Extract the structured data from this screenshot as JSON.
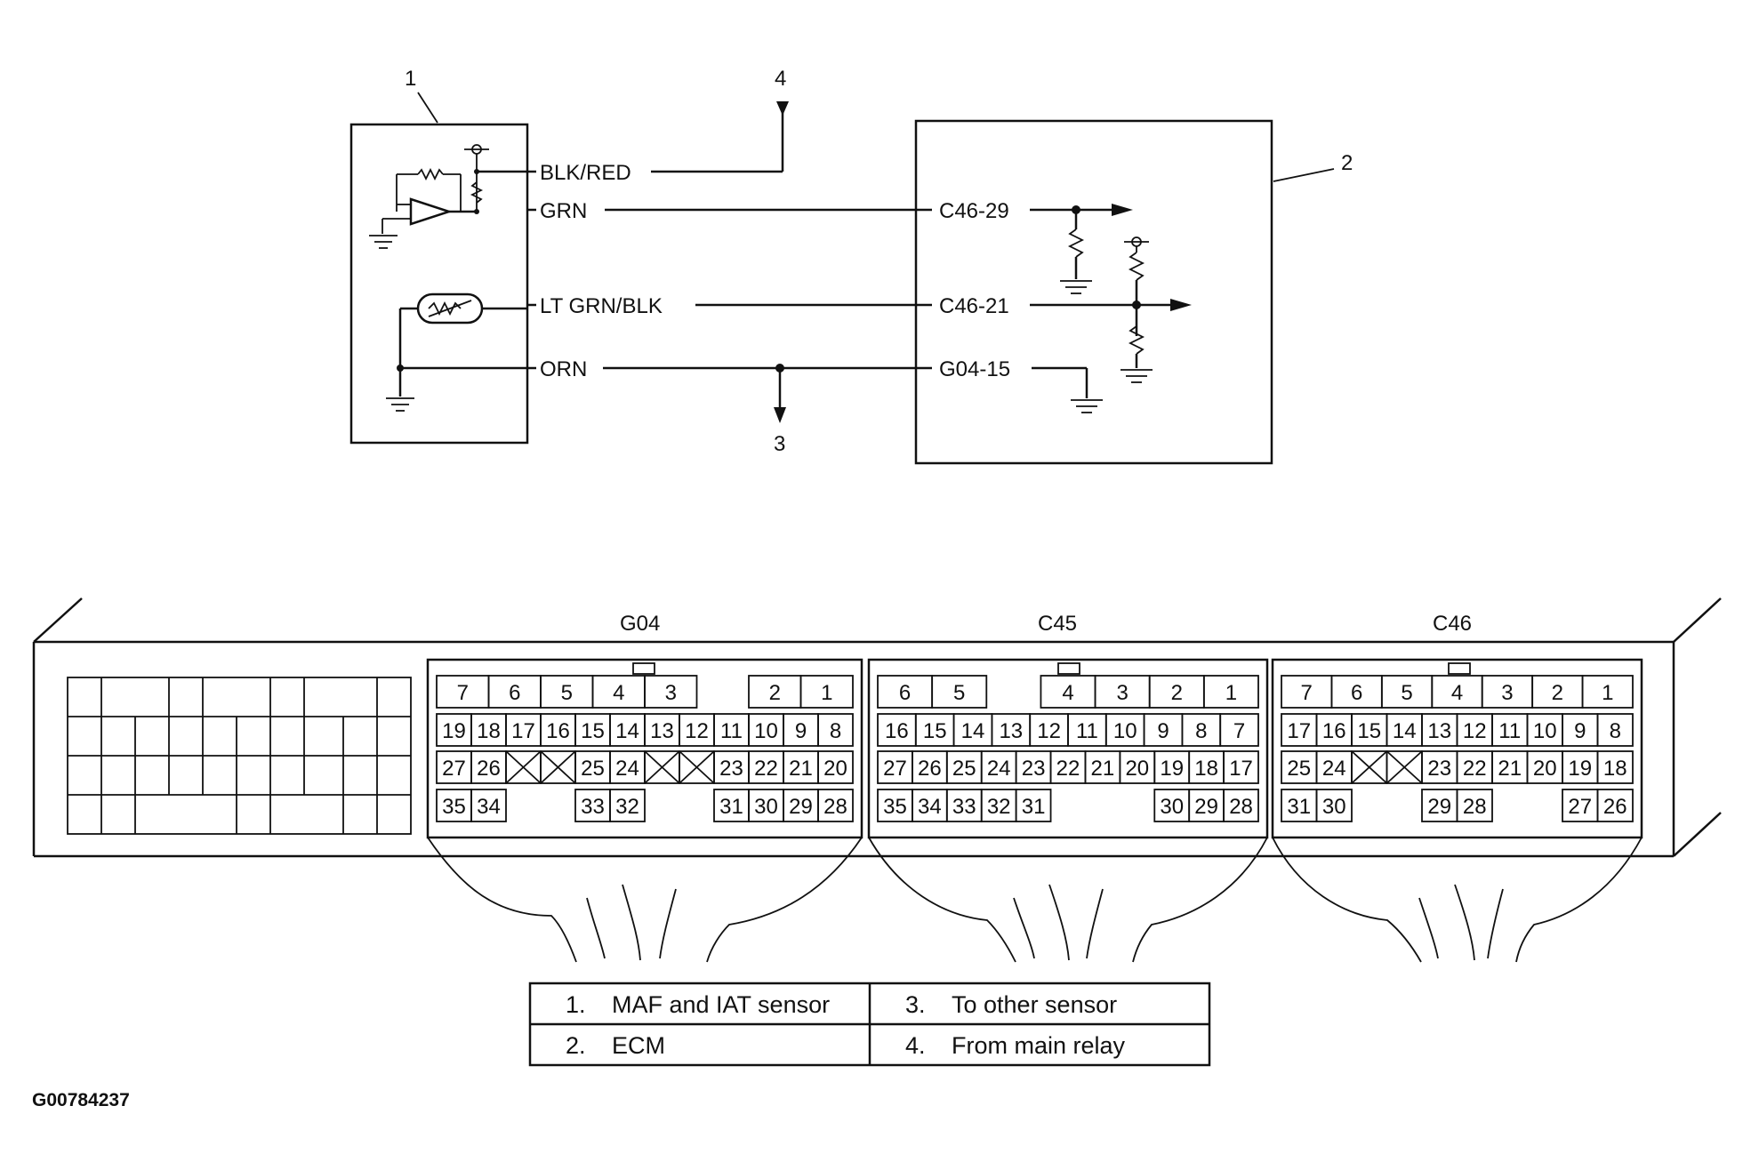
{
  "callouts": {
    "c1": "1",
    "c2": "2",
    "c3": "3",
    "c4": "4"
  },
  "wires": {
    "w1": "BLK/RED",
    "w2": "GRN",
    "w3": "LT GRN/BLK",
    "w4": "ORN"
  },
  "ecm_terms": {
    "t1": "C46-29",
    "t2": "C46-21",
    "t3": "G04-15"
  },
  "connectors": {
    "g04": {
      "name": "G04",
      "rows": [
        [
          "7",
          "6",
          "5",
          "4",
          "3",
          "",
          "2",
          "1"
        ],
        [
          "19",
          "18",
          "17",
          "16",
          "15",
          "14",
          "13",
          "12",
          "11",
          "10",
          "9",
          "8"
        ],
        [
          "27",
          "26",
          "X",
          "X",
          "25",
          "24",
          "X",
          "X",
          "23",
          "22",
          "21",
          "20"
        ],
        [
          "35",
          "34",
          "",
          "",
          "33",
          "32",
          "",
          "",
          "31",
          "30",
          "29",
          "28"
        ]
      ]
    },
    "c45": {
      "name": "C45",
      "rows": [
        [
          "6",
          "5",
          "",
          "4",
          "3",
          "2",
          "1"
        ],
        [
          "16",
          "15",
          "14",
          "13",
          "12",
          "11",
          "10",
          "9",
          "8",
          "7"
        ],
        [
          "27",
          "26",
          "25",
          "24",
          "23",
          "22",
          "21",
          "20",
          "19",
          "18",
          "17"
        ],
        [
          "35",
          "34",
          "33",
          "32",
          "31",
          "",
          "",
          "",
          "30",
          "29",
          "28"
        ]
      ]
    },
    "c46": {
      "name": "C46",
      "rows": [
        [
          "7",
          "6",
          "5",
          "4",
          "3",
          "2",
          "1"
        ],
        [
          "17",
          "16",
          "15",
          "14",
          "13",
          "12",
          "11",
          "10",
          "9",
          "8"
        ],
        [
          "25",
          "24",
          "X",
          "X",
          "23",
          "22",
          "21",
          "20",
          "19",
          "18"
        ],
        [
          "31",
          "30",
          "",
          "",
          "29",
          "28",
          "",
          "",
          "27",
          "26"
        ]
      ]
    }
  },
  "legend": {
    "l1n": "1.",
    "l1": "MAF and IAT sensor",
    "l3n": "3.",
    "l3": "To other sensor",
    "l2n": "2.",
    "l2": "ECM",
    "l4n": "4.",
    "l4": "From main relay"
  },
  "code": "G00784237"
}
